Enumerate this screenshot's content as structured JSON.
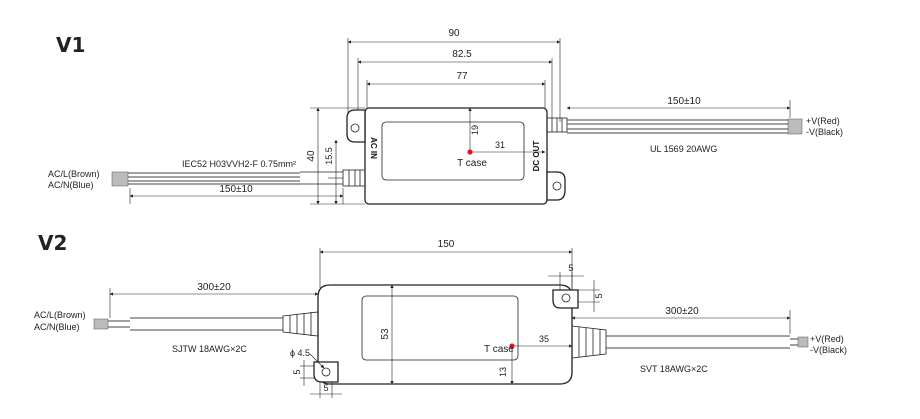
{
  "v1": {
    "title": "V1",
    "dims": {
      "width_90": "90",
      "width_82_5": "82.5",
      "width_77": "77",
      "height_40": "40",
      "height_15_5": "15.5",
      "tc_19": "19",
      "tc_31": "31",
      "wire_out": "150±10",
      "wire_in": "150±10"
    },
    "labels": {
      "ac_in": "AC IN",
      "dc_out": "DC OUT",
      "tcase": "T case",
      "cable_in": "IEC52 H03VVH2-F 0.75mm²",
      "cable_out": "UL 1569 20AWG",
      "acl": "AC/L(Brown)",
      "acn": "AC/N(Blue)",
      "vpos": "+V(Red)",
      "vneg": "-V(Black)"
    }
  },
  "v2": {
    "title": "V2",
    "dims": {
      "width_150": "150",
      "dim_5_top": "5",
      "dim_5_right": "5",
      "height_53": "53",
      "tc_35": "35",
      "tc_13": "13",
      "hole": "ϕ 4.5",
      "dim_5_left": "5",
      "dim_5_bottom": "5",
      "wire_in": "300±20",
      "wire_out": "300±20"
    },
    "labels": {
      "tcase": "T case",
      "cable_in": "SJTW 18AWG×2C",
      "cable_out": "SVT 18AWG×2C",
      "acl": "AC/L(Brown)",
      "acn": "AC/N(Blue)",
      "vpos": "+V(Red)",
      "vneg": "-V(Black)"
    }
  },
  "colors": {
    "tcase_dot": "#e8141c"
  }
}
